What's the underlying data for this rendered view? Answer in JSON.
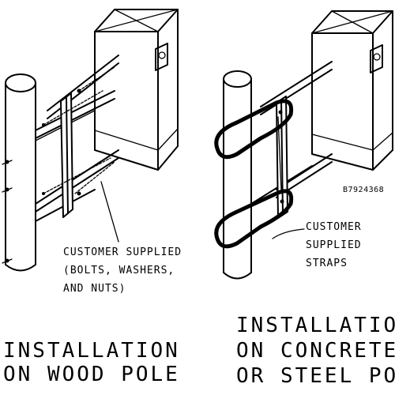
{
  "left": {
    "note_lines": [
      "CUSTOMER SUPPLIED",
      "(BOLTS, WASHERS,",
      "AND NUTS)"
    ],
    "caption_lines": [
      "INSTALLATION",
      "ON WOOD POLE"
    ]
  },
  "right": {
    "drawing_code": "B7924368",
    "note_lines": [
      "CUSTOMER",
      "SUPPLIED",
      "STRAPS"
    ],
    "caption_lines": [
      "INSTALLATION",
      "ON CONCRETE",
      "OR STEEL POLE"
    ]
  }
}
